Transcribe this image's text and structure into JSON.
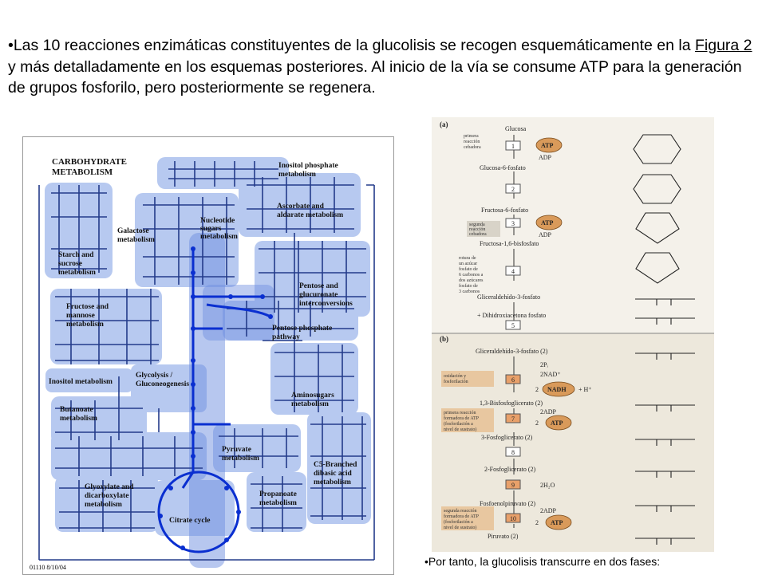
{
  "intro": {
    "bullet": "•",
    "text_before_link": "Las 10 reacciones enzimáticas constituyentes de la glucolisis se recogen esquemáticamente en la ",
    "link": "Figura 2",
    "text_after_link": " y más detalladamente en los esquemas posteriores. Al inicio de la vía se consume ATP para la generación de grupos fosforilo, pero posteriormente se regenera."
  },
  "kegg_map": {
    "title_line1": "CARBOHYDRATE",
    "title_line2": "METABOLISM",
    "labels": {
      "inositol_phosphate_1": "Inositol phosphate",
      "inositol_phosphate_2": "metabolism",
      "ascorbate_1": "Ascorbate and",
      "ascorbate_2": "aldarate metabolism",
      "nucleotide_1": "Nucleotide",
      "nucleotide_2": "sugars",
      "nucleotide_3": "metabolism",
      "galactose_1": "Galactose",
      "galactose_2": "metabolism",
      "starch_1": "Starch and",
      "starch_2": "sucrose",
      "starch_3": "metabolism",
      "pentose_gluc_1": "Pentose and",
      "pentose_gluc_2": "glucuronate",
      "pentose_gluc_3": "interconversions",
      "fructose_1": "Fructose and",
      "fructose_2": "mannose",
      "fructose_3": "metabolism",
      "ppp_1": "Pentose phosphate",
      "ppp_2": "pathway",
      "inositol_met": "Inositol metabolism",
      "glycolysis_1": "Glycolysis /",
      "glycolysis_2": "Gluconeogenesis",
      "aminosugars_1": "Aminosugars",
      "aminosugars_2": "metabolism",
      "butanoate_1": "Butanoate",
      "butanoate_2": "metabolism",
      "pyruvate_1": "Pyruvate",
      "pyruvate_2": "metabolism",
      "c5_1": "C5-Branched",
      "c5_2": "dibasic acid",
      "c5_3": "metabolism",
      "glyoxylate_1": "Glyoxylate and",
      "glyoxylate_2": "dicarboxylate",
      "glyoxylate_3": "metabolism",
      "propanoate_1": "Propanoate",
      "propanoate_2": "metabolism",
      "citrate": "Citrate cycle"
    },
    "footer": "01110  8/10/04"
  },
  "glycolysis_figure": {
    "panel_a": "(a)",
    "panel_b": "(b)",
    "metabolites": {
      "glucosa": "Glucosa",
      "g6p": "Glucosa-6-fosfato",
      "f6p": "Fructosa-6-fosfato",
      "f16bp": "Fructosa-1,6-bisfosfato",
      "gap": "Gliceraldehído-3-fosfato",
      "dhap": "+ Dihidroxiacetona fosfato",
      "gap2": "Gliceraldehído-3-fosfato (2)",
      "bpg": "1,3-Bisfosfoglicerato (2)",
      "pg3": "3-Fosfoglicerato (2)",
      "pg2": "2-Fosfoglicerato (2)",
      "pep": "Fosfoenolpiruvato (2)",
      "pyr": "Piruvato (2)"
    },
    "steps": [
      "1",
      "2",
      "3",
      "4",
      "5",
      "6",
      "7",
      "8",
      "9",
      "10"
    ],
    "cofactors": {
      "atp": "ATP",
      "adp": "ADP",
      "pi": "2Pᵢ",
      "nad": "2NAD⁺",
      "nadh": "NADH",
      "h": "+ H⁺",
      "two": "2",
      "adp2": "2ADP",
      "h2o": "2H₂O"
    },
    "notes": {
      "n1_1": "primera",
      "n1_2": "reacción",
      "n1_3": "cebadora",
      "n3_1": "segunda",
      "n3_2": "reacción",
      "n3_3": "cebadora",
      "n4_1": "rotura de",
      "n4_2": "un azúcar",
      "n4_3": "fosfato de",
      "n4_4": "6 carbonos a",
      "n4_5": "dos azúcares",
      "n4_6": "fosfato de",
      "n4_7": "3 carbonos",
      "n6_1": "oxidación y",
      "n6_2": "fosforilación",
      "n7_1": "primera reacción",
      "n7_2": "formadora de ATP",
      "n7_3": "(fosforilación a",
      "n7_4": "nivel de sustrato)",
      "n10_1": "segunda reacción",
      "n10_2": "formadora de ATP",
      "n10_3": "(fosforilación a",
      "n10_4": "nivel de sustrato)"
    }
  },
  "caption": "•Por tanto, la glucolisis transcurre en dos fases:"
}
